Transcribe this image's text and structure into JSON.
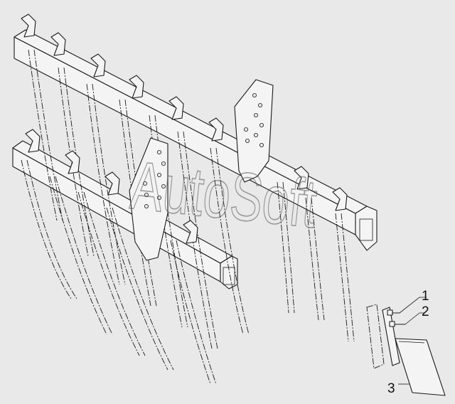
{
  "watermark": "AutoSoft",
  "callouts": [
    {
      "label": "1"
    },
    {
      "label": "2"
    },
    {
      "label": "3"
    }
  ]
}
